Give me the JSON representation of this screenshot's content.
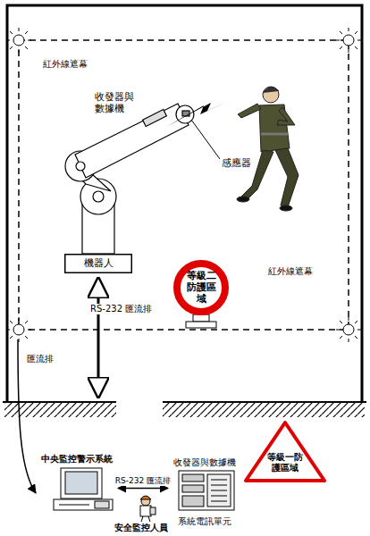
{
  "diagram": {
    "nodes": [
      {
        "text": [
          "機器人"
        ]
      },
      {
        "text": [
          "等級二防護區域"
        ]
      },
      {
        "text": [
          "等級一防護區域"
        ]
      },
      {
        "text": [
          "中央監控警示系統"
        ]
      },
      {
        "text": [
          "收發器與數據機",
          "系統電訊單元"
        ]
      }
    ],
    "edges": [
      {
        "from": 3,
        "to": 4,
        "label": "RS-232 匯流排",
        "arrow": "both"
      }
    ],
    "labels": [
      "紅外線遮幕",
      "收發器與數據機",
      "感應器",
      "紅外線遮幕",
      "RS-232 匯流排",
      "匯流排",
      "安全監控人員"
    ]
  }
}
